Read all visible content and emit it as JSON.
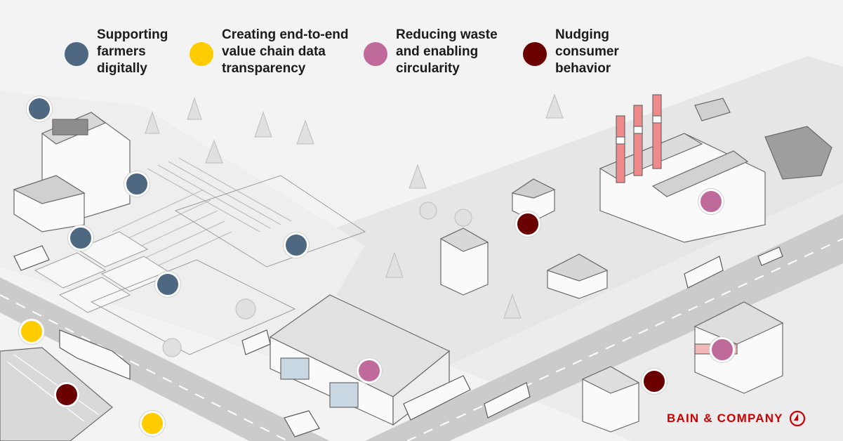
{
  "legend": [
    {
      "label": "Supporting\nfarmers\ndigitally",
      "color": "#4d6880"
    },
    {
      "label": "Creating end-to-end\nvalue chain data\ntransparency",
      "color": "#ffcc00"
    },
    {
      "label": "Reducing waste\nand enabling\ncircularity",
      "color": "#c06a9b"
    },
    {
      "label": "Nudging\nconsumer\nbehavior",
      "color": "#6b0000"
    }
  ],
  "brand": {
    "name": "BAIN & COMPANY",
    "color": "#cc0000"
  },
  "palette": {
    "road": "#c8c8c8",
    "ground": "#e4e4e4",
    "building": "#fafafa",
    "outline": "#6a6a6a",
    "smokestack": "#f08a8a"
  },
  "markers": [
    {
      "area": "farm",
      "category": 0
    },
    {
      "area": "barn",
      "category": 0
    },
    {
      "area": "greenhouses",
      "category": 0
    },
    {
      "area": "livestock-field",
      "category": 0
    },
    {
      "area": "horse-paddock",
      "category": 0
    },
    {
      "area": "road-left",
      "category": 1
    },
    {
      "area": "bottom-road",
      "category": 1
    },
    {
      "area": "warehouse-left",
      "category": 3
    },
    {
      "area": "distribution-center",
      "category": 2
    },
    {
      "area": "factory",
      "category": 2
    },
    {
      "area": "house",
      "category": 3
    },
    {
      "area": "supermarket",
      "category": 2
    },
    {
      "area": "restaurant",
      "category": 3
    }
  ]
}
